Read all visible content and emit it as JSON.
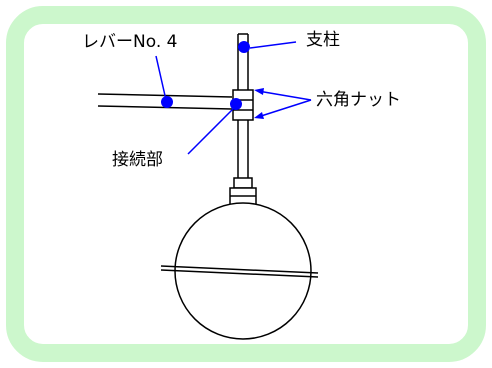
{
  "labels": {
    "lever": "レバーNo. 4",
    "pillar": "支柱",
    "hex_nut": "六角ナット",
    "joint": "接続部"
  },
  "colors": {
    "frame_border": "#ccf7cc",
    "frame_fill": "#ffffff",
    "marker_dot": "#0000ff",
    "leader_line": "#0000ff",
    "drawing_line": "#000000"
  }
}
